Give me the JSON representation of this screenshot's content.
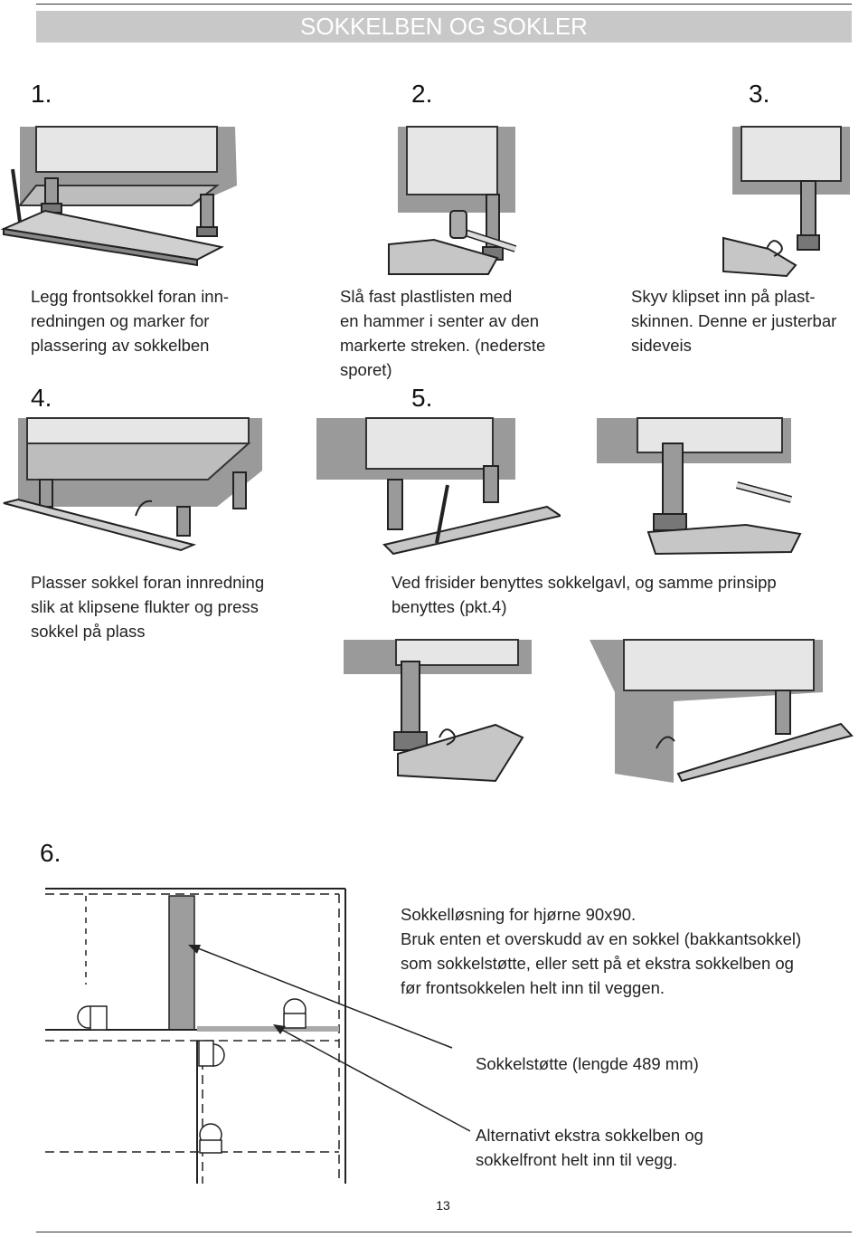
{
  "header": {
    "title": "SOKKELBEN OG SOKLER"
  },
  "steps": {
    "s1": {
      "number": "1.",
      "caption": "Legg frontsokkel foran inn-\nredningen og marker for\nplassering av sokkelben"
    },
    "s2": {
      "number": "2.",
      "caption": "Slå fast plastlisten med\nen hammer i senter av den\nmarkerte streken. (nederste\nsporet)"
    },
    "s3": {
      "number": "3.",
      "caption": "Skyv klipset inn på plast-\nskinnen. Denne er justerbar\nsideveis"
    },
    "s4": {
      "number": "4.",
      "caption": "Plasser sokkel foran innredning\nslik at klipsene flukter og press\nsokkel på plass"
    },
    "s5": {
      "number": "5.",
      "caption": "Ved frisider benyttes sokkelgavl, og samme prinsipp\nbenyttes (pkt.4)"
    },
    "s6": {
      "number": "6.",
      "caption": "Sokkelløsning for hjørne 90x90.\nBruk enten et overskudd av en sokkel (bakkantsokkel)\nsom sokkelstøtte, eller sett på et ekstra sokkelben og\nfør frontsokkelen helt inn til veggen.",
      "callout_support": "Sokkelstøtte  (lengde  489 mm)",
      "callout_alternative": "Alternativt ekstra sokkelben og\nsokkelfront helt inn til vegg."
    }
  },
  "footer": {
    "page_number": "13"
  }
}
